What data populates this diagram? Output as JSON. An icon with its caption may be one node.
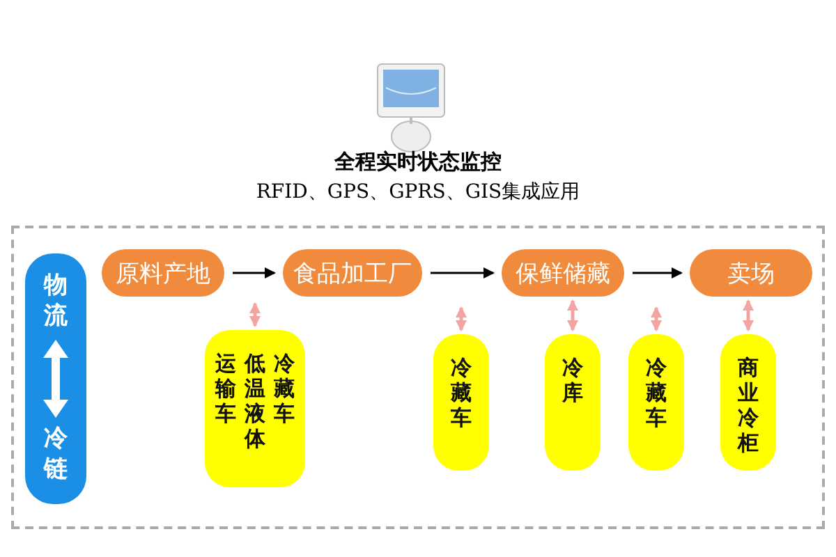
{
  "diagram": {
    "title": "全程实时状态监控",
    "labels": [
      "RFID、GPS、GPRS、GIS集成应用"
    ],
    "nodes": [
      {
        "text": [],
        "shape": "box"
      },
      {
        "text": [
          "物流",
          "冷链"
        ],
        "in": 0
      },
      {
        "text": [
          "原料产地"
        ],
        "in": 0
      },
      {
        "text": [
          "食品加工厂"
        ],
        "in": 0
      },
      {
        "text": [
          "保鲜储藏"
        ],
        "in": 0
      },
      {
        "text": [
          "卖场"
        ],
        "in": 0
      },
      {
        "text": [
          "运输车",
          "低温液体",
          "冷藏车"
        ],
        "in": 0
      },
      {
        "text": [
          "冷藏车"
        ],
        "in": 0
      },
      {
        "text": [
          "冷库"
        ],
        "in": 0
      },
      {
        "text": [
          "冷藏车"
        ],
        "in": 0
      },
      {
        "text": [
          "商业冷柜"
        ],
        "in": 0
      }
    ],
    "edges": [
      {
        "from": 2,
        "to": 3,
        "arrow": "to",
        "color": "#000000"
      },
      {
        "from": 3,
        "to": 4,
        "arrow": "to",
        "color": "#000000"
      },
      {
        "from": 4,
        "to": 5,
        "arrow": "to",
        "color": "#000000"
      },
      {
        "from": null,
        "to": 6,
        "arrow": "both"
      },
      {
        "from": null,
        "to": 7,
        "arrow": "both"
      },
      {
        "from": 4,
        "to": 8,
        "arrow": "both"
      },
      {
        "from": null,
        "to": 9,
        "arrow": "both"
      },
      {
        "from": 5,
        "to": 10,
        "arrow": "both"
      }
    ]
  }
}
